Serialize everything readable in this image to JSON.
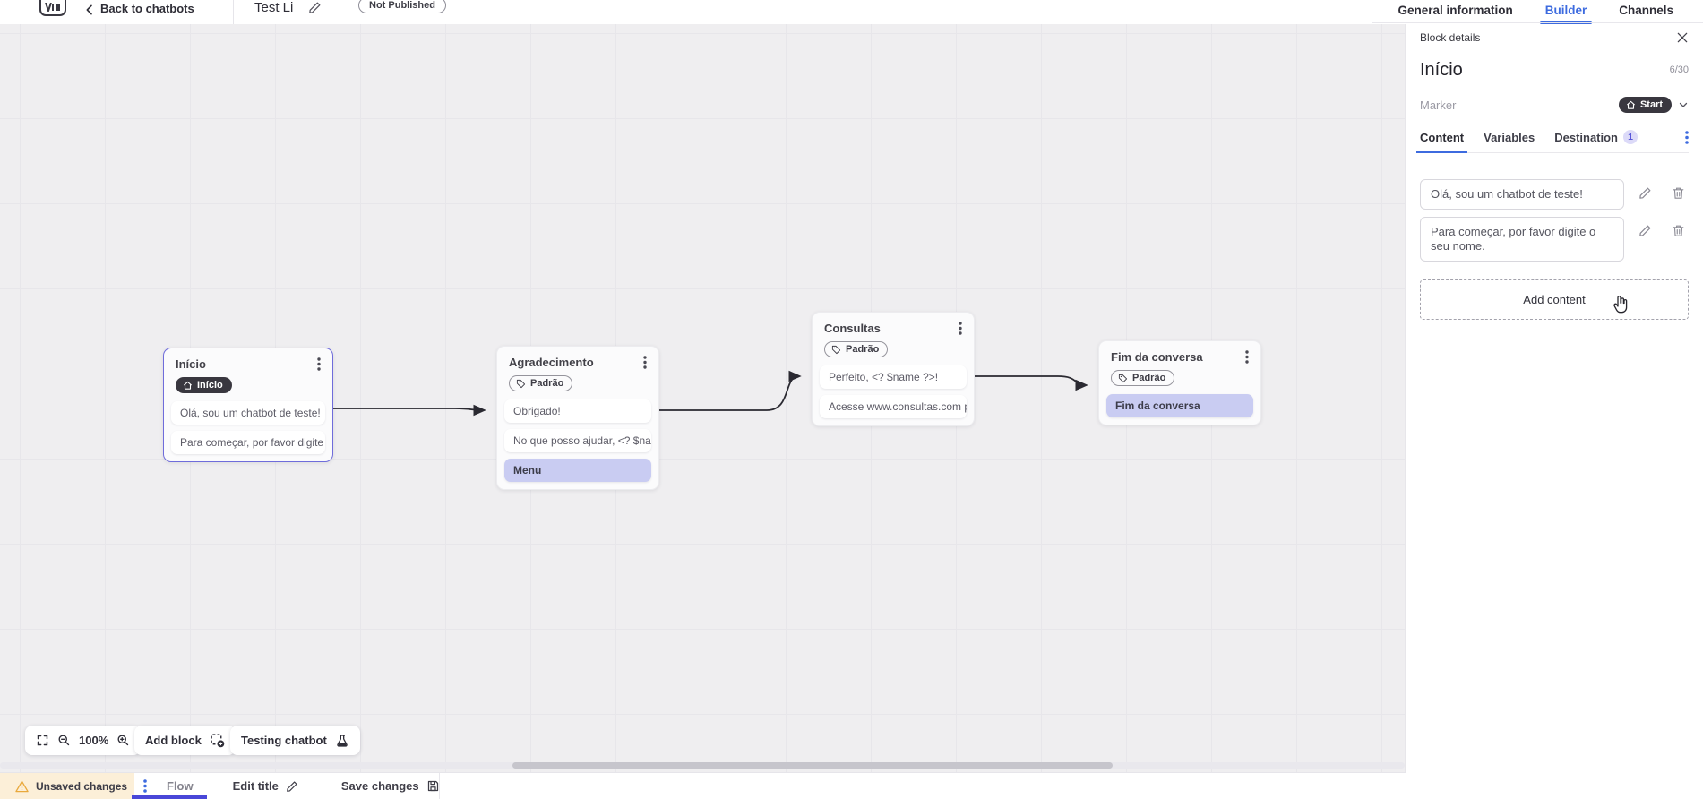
{
  "topbar": {
    "back_label": "Back to chatbots",
    "bot_title": "Test Li",
    "status_badge": "Not Published",
    "tabs": [
      {
        "label": "General information"
      },
      {
        "label": "Builder"
      },
      {
        "label": "Channels"
      }
    ]
  },
  "panel": {
    "header": "Block details",
    "block_name": "Início",
    "name_counter": "6/30",
    "marker_label": "Marker",
    "marker_value": "Start",
    "tabs": {
      "content": "Content",
      "variables": "Variables",
      "destination": "Destination",
      "destination_badge": "1"
    },
    "messages": [
      {
        "text": "Olá, sou um chatbot de teste!"
      },
      {
        "text": "Para começar, por favor digite o seu nome."
      }
    ],
    "add_content_label": "Add content"
  },
  "canvas": {
    "blocks": [
      {
        "title": "Início",
        "marker": "Início",
        "items": [
          "Olá, sou um chatbot de teste!",
          "Para começar, por favor digite o ..."
        ]
      },
      {
        "title": "Agradecimento",
        "marker": "Padrão",
        "items": [
          "Obrigado!",
          "No que posso ajudar, <? $name ...",
          "Menu"
        ]
      },
      {
        "title": "Consultas",
        "marker": "Padrão",
        "items": [
          "Perfeito, <? $name ?>!",
          "Acesse www.consultas.com par..."
        ]
      },
      {
        "title": "Fim da conversa",
        "marker": "Padrão",
        "items": [
          "Fim da conversa"
        ]
      }
    ],
    "controls": {
      "zoom_level": "100%",
      "add_block": "Add block",
      "testing": "Testing chatbot"
    }
  },
  "bottombar": {
    "unsaved": "Unsaved changes",
    "flow": "Flow",
    "edit_title": "Edit title",
    "save": "Save changes"
  },
  "colors": {
    "accent_blue": "#3d6bdf",
    "flow_underline": "#4947d8",
    "selected_block_border": "#6f6cdb",
    "dark_badge": "#39373f",
    "light_purple_card": "#c9ccf2",
    "warning_bg": "#fcefd8",
    "warning_icon": "#e9a93c",
    "canvas_bg": "#efeef0"
  }
}
